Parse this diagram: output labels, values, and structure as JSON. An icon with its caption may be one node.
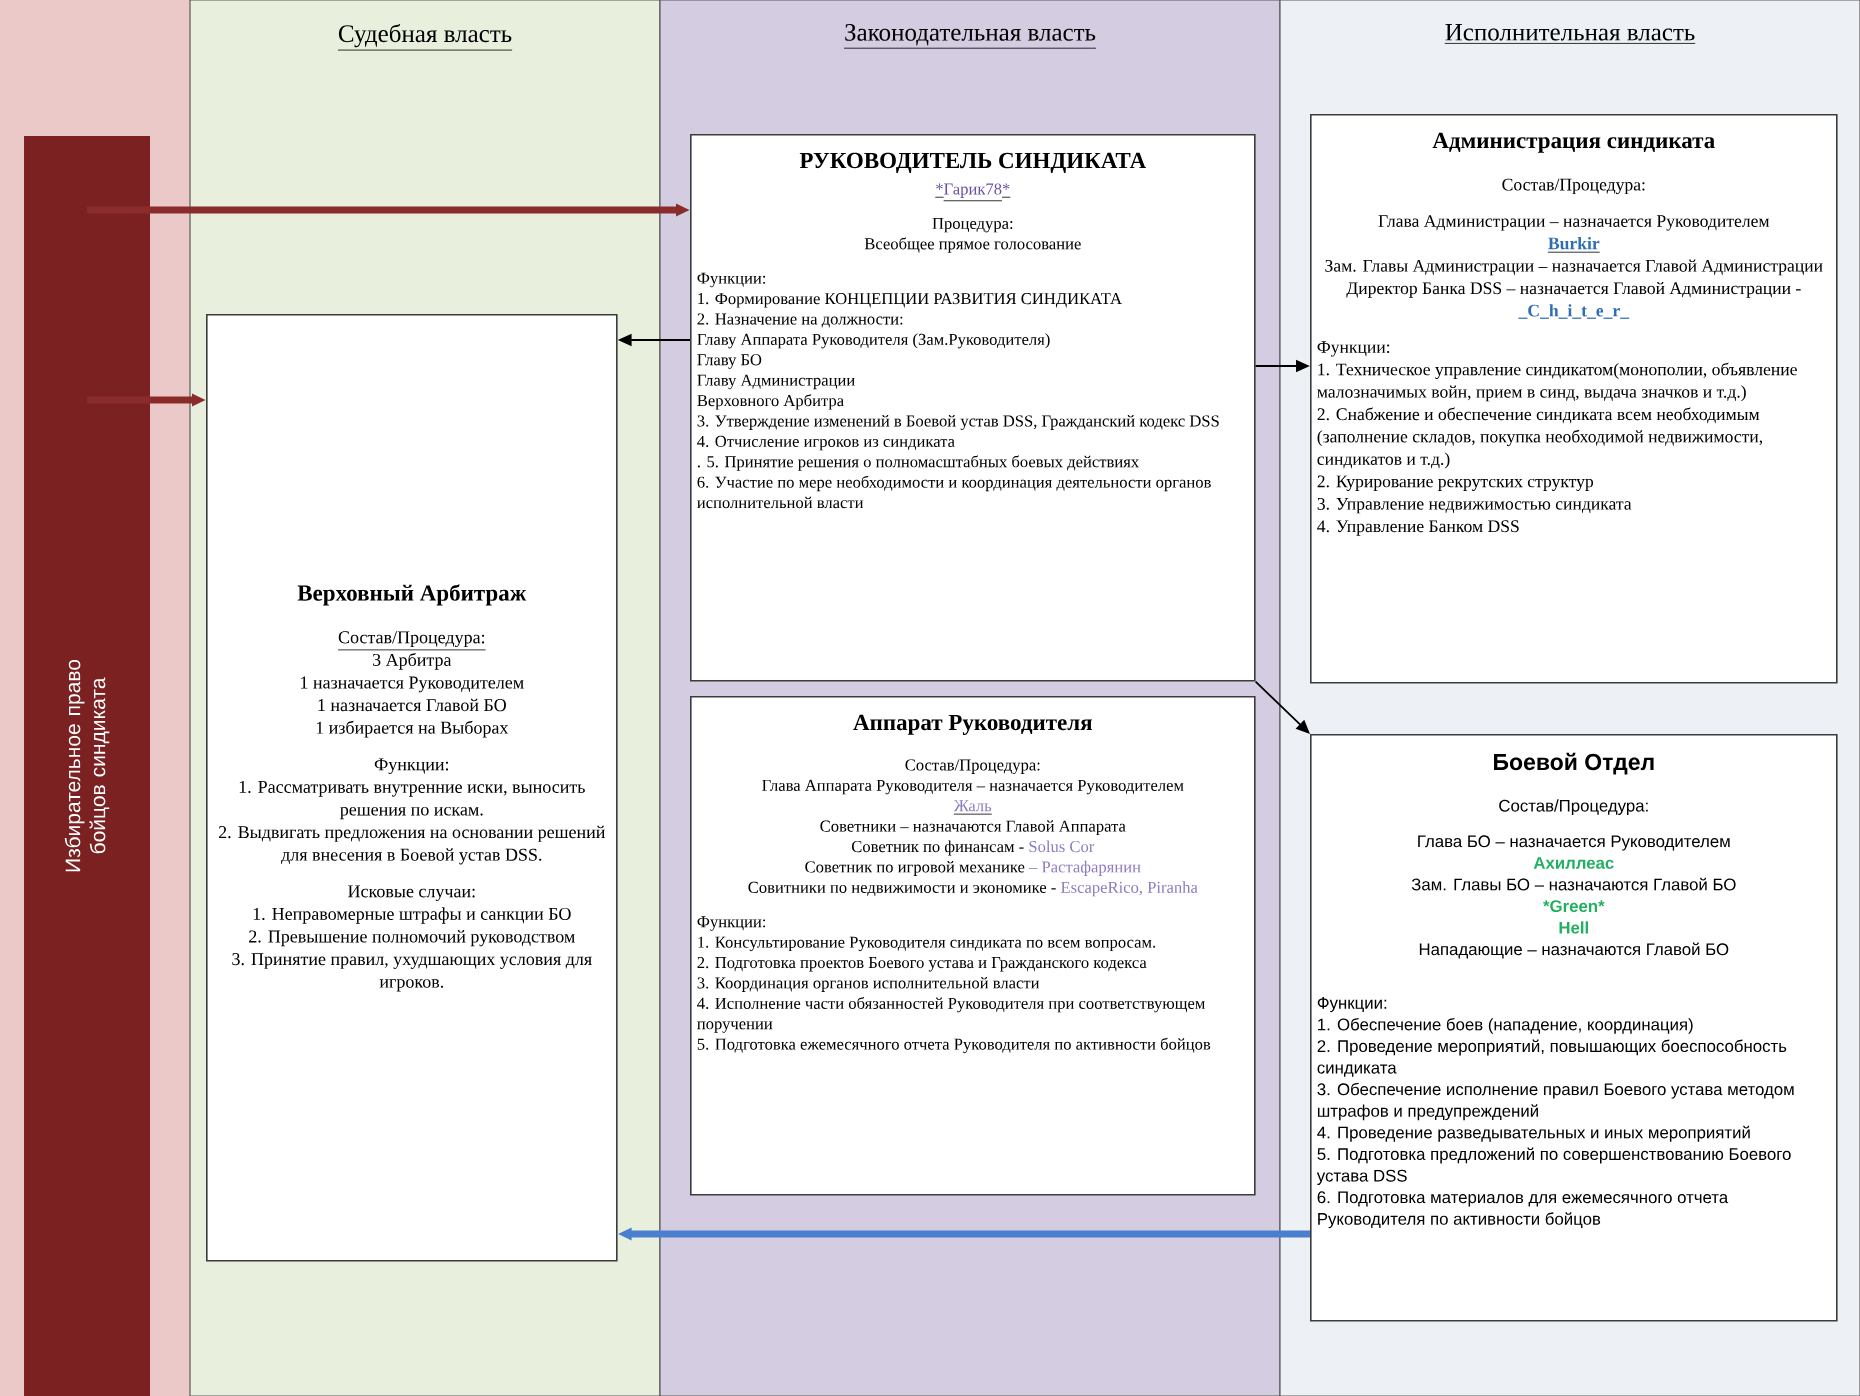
{
  "diagram": {
    "nodes": [
      {
        "text": [
          "Судебная власть"
        ]
      },
      {
        "text": [
          "Законодательная власть"
        ]
      },
      {
        "text": [
          "Исполнительная власть"
        ]
      },
      {
        "text": [
          "Избирательное право бойцов синдиката"
        ]
      },
      {
        "text": [
          "Верховный Арбитраж",
          "Состав/Процедура:",
          "3 Арбитра",
          "1 назначается Руководителем",
          "1 назначается Главой БО",
          "1 избирается на Выборах",
          "Функции:",
          "1. Рассматривать внутренние иски, выносить решения по искам.",
          "2. Выдвигать предложения на основании решений для внесения в Боевой устав DSS.",
          "Исковые случаи:",
          "1. Неправомерные штрафы и санкции БО",
          "2. Превышение полномочий руководством",
          "3. Принятие правил, ухудшающих условия для игроков."
        ],
        "in": 0
      },
      {
        "text": [
          "РУКОВОДИТЕЛЬ СИНДИКАТА",
          "*",
          "Гарик78",
          "*",
          "Процедура:",
          "Всеобщее прямое голосование",
          "Функции:",
          "1. Формирование КОНЦЕПЦИИ РАЗВИТИЯ СИНДИКАТА",
          "2. Назначение на должности:",
          "Главу Аппарата Руководителя (Зам.Руководителя)",
          "Главу БО",
          "Главу Администрации",
          "Верховного Арбитра",
          "3. Утверждение изменений в Боевой устав DSS, Гражданский кодекс DSS",
          "4. Отчисление игроков из синдиката",
          ". 5. Принятие решения о полномасштабных боевых действиях",
          "6. Участие по мере необходимости и координация деятельности органов исполнительной власти"
        ],
        "in": 1
      },
      {
        "text": [
          "Аппарат Руководителя",
          "Состав/Процедура:",
          "Глава Аппарата Руководителя – назначается Руководителем",
          "Жаль",
          "Советники – назначаются Главой Аппарата",
          "Советник по финансам -",
          "Solus Cor",
          "Советник по игровой механике",
          "– Растафарянин",
          "Совитники по недвижимости и экономике -",
          "EscapeRico, Piranha",
          "Функции:",
          "1. Консультирование Руководителя синдиката по всем вопросам.",
          "2. Подготовка проектов Боевого устава и Гражданского кодекса",
          "3. Координация органов исполнительной власти",
          "4. Исполнение части обязанностей Руководителя при соответствующем поручении",
          "5. Подготовка ежемесячного отчета Руководителя по активности бойцов"
        ],
        "in": 1
      },
      {
        "text": [
          "Администрация синдиката",
          "Состав/Процедура:",
          "Глава Администрации – назначается Руководителем",
          "Burkir",
          "Зам. Главы Администрации – назначается Главой Администрации",
          "Директор Банка DSS – назначается Главой Администрации -",
          "_C_h_i_t_e_r_",
          "Функции:",
          "1. Техническое управление синдикатом(монополии, объявление малозначимых войн, прием в синд, выдача значков и т.д.)",
          "2. Снабжение и обеспечение синдиката всем необходимым (заполнение складов, покупка необходимой недвижимости, синдикатов и т.д.)",
          "2. Курирование рекрутских структур",
          "3. Управление недвижимостью синдиката",
          "4. Управление Банком DSS"
        ],
        "in": 2
      },
      {
        "text": [
          "Боевой Отдел",
          "Состав/Процедура:",
          "Глава БО – назначается Руководителем",
          "Ахиллеас",
          "Зам. Главы БО – назначаются Главой БО",
          "*",
          "Green",
          "*",
          "Hell",
          "Нападающие – назначаются Главой БО",
          "Функции:",
          "1. Обеспечение боев (нападение, координация)",
          "2. Проведение мероприятий, повышающих боеспособность синдиката",
          "3. Обеспечение исполнение правил Боевого устава методом штрафов и предупреждений",
          "4. Проведение разведывательных и иных мероприятий",
          "5. Подготовка предложений по совершенствованию Боевого устава DSS",
          "6. Подготовка материалов для ежемесячного отчета Руководителя по активности бойцов"
        ],
        "in": 2
      }
    ],
    "edges": [
      {
        "from": 3,
        "to": 5,
        "arrow": "to",
        "style": "thick",
        "color": "#8b2c2c"
      },
      {
        "from": 3,
        "to": 4,
        "arrow": "to",
        "style": "thick",
        "color": "#8b2c2c"
      },
      {
        "from": 5,
        "to": 4,
        "arrow": "to"
      },
      {
        "from": 5,
        "to": 7,
        "arrow": "to"
      },
      {
        "from": 5,
        "to": 8,
        "arrow": "to"
      },
      {
        "from": 8,
        "to": 4,
        "arrow": "to",
        "style": "thick",
        "color": "#4a7fd0"
      }
    ]
  }
}
